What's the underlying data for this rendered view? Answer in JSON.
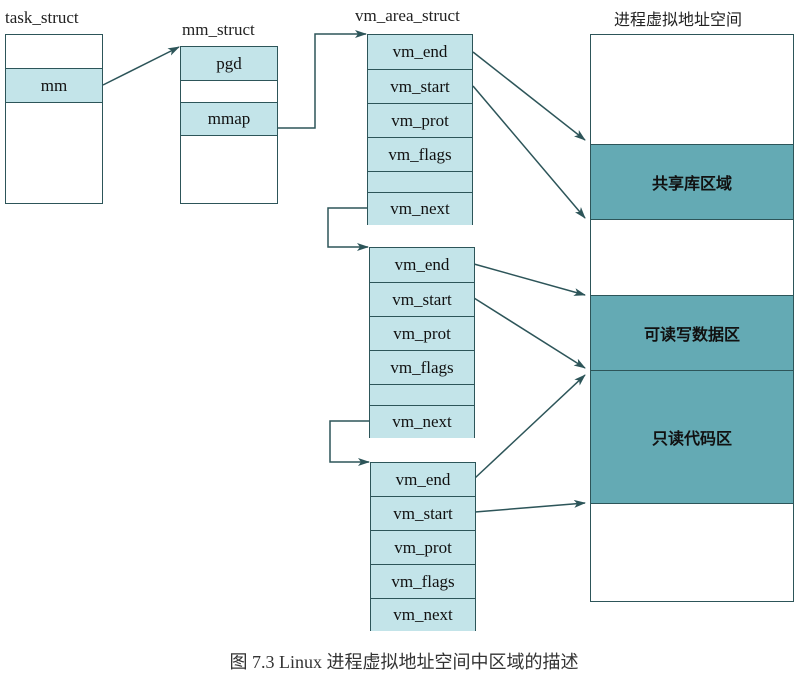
{
  "task_struct": {
    "title": "task_struct",
    "fields": [
      "mm"
    ]
  },
  "mm_struct": {
    "title": "mm_struct",
    "fields": [
      "pgd",
      "mmap"
    ]
  },
  "vm_area_struct": {
    "title": "vm_area_struct",
    "blocks": [
      [
        "vm_end",
        "vm_start",
        "vm_prot",
        "vm_flags",
        "vm_next"
      ],
      [
        "vm_end",
        "vm_start",
        "vm_prot",
        "vm_flags",
        "vm_next"
      ],
      [
        "vm_end",
        "vm_start",
        "vm_prot",
        "vm_flags",
        "vm_next"
      ]
    ]
  },
  "address_space": {
    "title": "进程虚拟地址空间",
    "regions": [
      "共享库区域",
      "可读写数据区",
      "只读代码区"
    ]
  },
  "caption": "图 7.3   Linux 进程虚拟地址空间中区域的描述",
  "colors": {
    "cell": "#c3e4e9",
    "region": "#64aab4",
    "line": "#2d5559"
  }
}
